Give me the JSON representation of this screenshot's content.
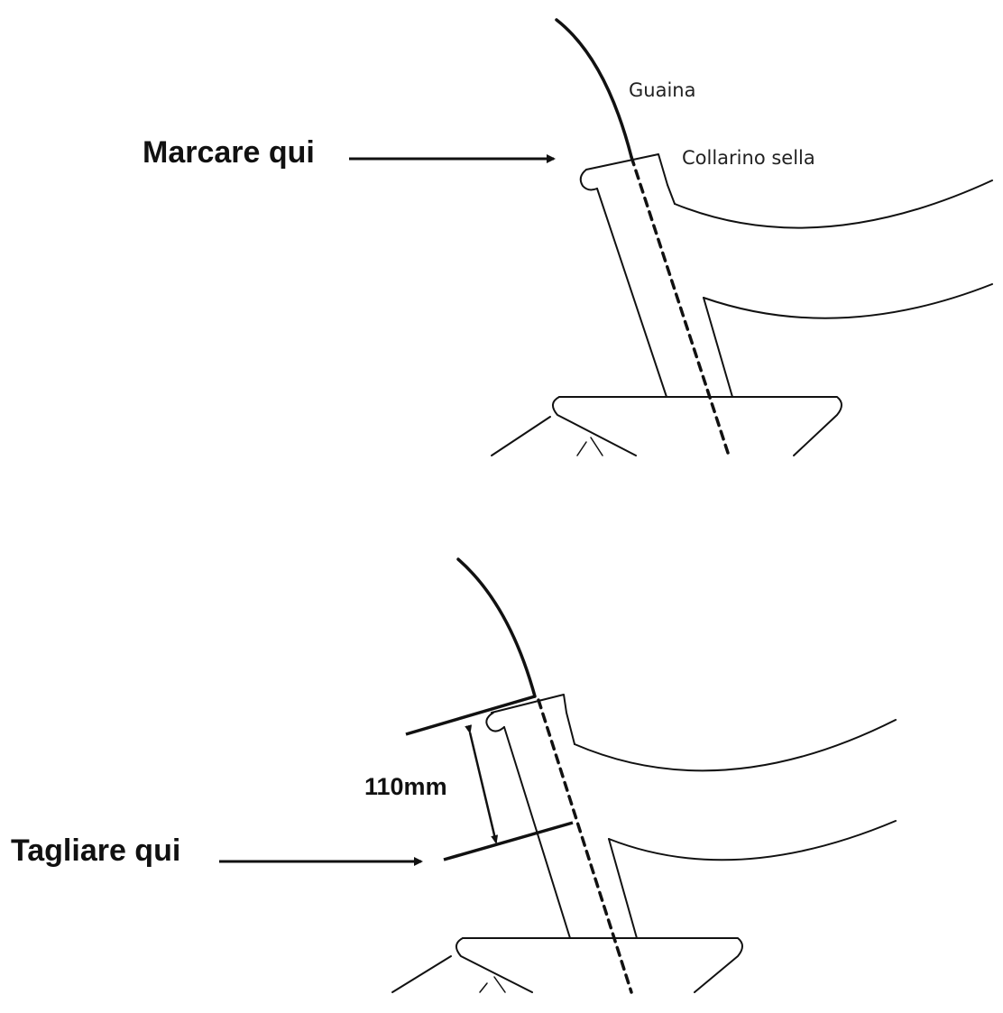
{
  "top_panel": {
    "mark_label": "Marcare qui",
    "sheath_label": "Guaina",
    "collar_label": "Collarino sella"
  },
  "bottom_panel": {
    "measurement_label": "110mm",
    "cut_label": "Tagliare qui"
  },
  "colors": {
    "line": "#111111",
    "background": "#ffffff"
  }
}
